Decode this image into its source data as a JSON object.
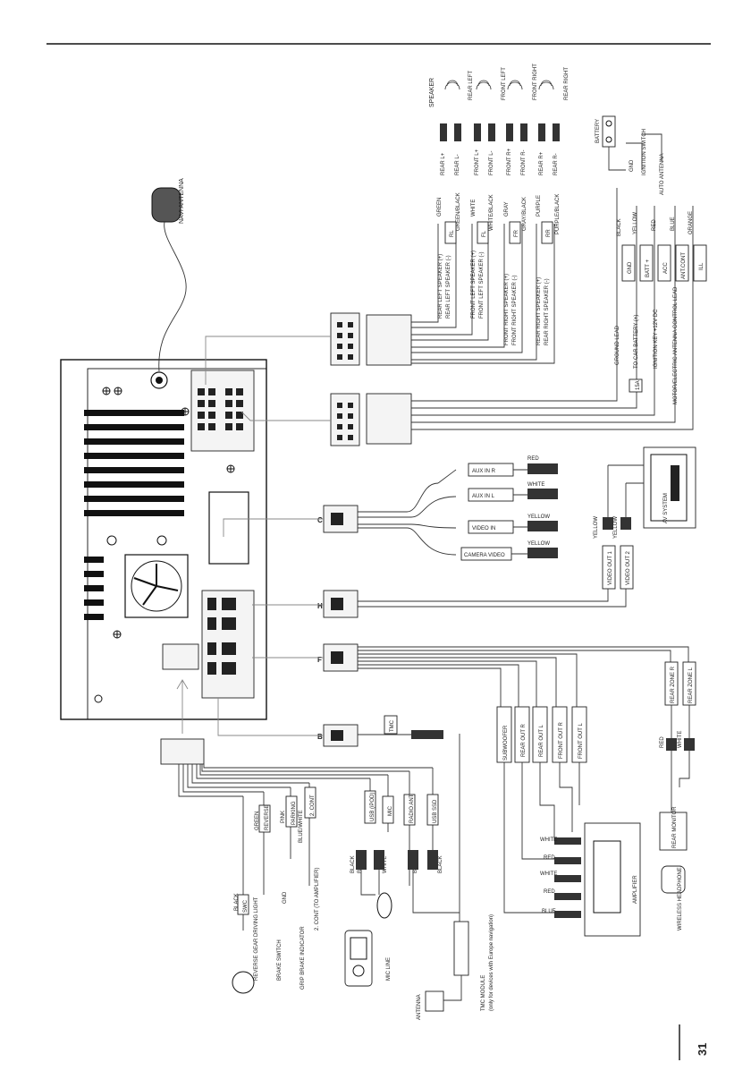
{
  "page_number": "31",
  "labels": {
    "navi_antenna": "NAVI ANTENNA",
    "speaker": "SPEAKER",
    "rear_left": "REAR LEFT",
    "front_left": "FRONT LEFT",
    "front_right": "FRONT RIGHT",
    "rear_right": "REAR RIGHT",
    "rear_l_plus": "REAR L+",
    "rear_l_minus": "REAR L-",
    "front_l_plus": "FRONT L+",
    "front_l_minus": "FRONT L-",
    "front_r_plus": "FRONT R+",
    "front_r_minus": "FRONT R-",
    "rear_r_plus": "REAR R+",
    "rear_r_minus": "REAR R-",
    "green": "GREEN",
    "green_black": "GREEN/BLACK",
    "white": "WHITE",
    "white_black": "WHITE/BLACK",
    "gray": "GRAY",
    "gray_black": "GRAY/BLACK",
    "purple": "PURPLE",
    "purple_black": "PURPLE/BLACK",
    "rl": "RL",
    "fl": "FL",
    "fr": "FR",
    "rr": "RR",
    "rl_plus": "REAR LEFT SPEAKER (+)",
    "rl_minus": "REAR LEFT SPEAKER (-)",
    "fl_plus": "FRONT LEFT SPEAKER (+)",
    "fl_minus": "FRONT LEFT SPEAKER (-)",
    "fr_plus": "FRONT RIGHT SPEAKER (+)",
    "fr_minus": "FRONT RIGHT SPEAKER (-)",
    "rr_plus": "REAR RIGHT SPEAKER (+)",
    "rr_minus": "REAR RIGHT SPEAKER (-)",
    "battery": "BATTERY",
    "gnd": "GND",
    "ignition_switch": "IGNITION SWITCH",
    "auto_antenna": "AUTO ANTENNA",
    "black": "BLACK",
    "yellow": "YELLOW",
    "red": "RED",
    "blue": "BLUE",
    "orange": "ORANGE",
    "batt_plus": "BATT +",
    "acc": "ACC",
    "ant_cont": "ANT.CONT",
    "ill": "ILL",
    "ground_lead": "GROUND LEAD",
    "to_car_battery": "TO CAR BATTERY (+)",
    "ignition_key": "IGNITION KEY +12V DC",
    "motor_antenna": "MOTOR/ELECTRIC ANTENNA CONTROL LEAD",
    "fuse": "15A",
    "aux_in_r": "AUX IN R",
    "aux_in_l": "AUX IN L",
    "video_in": "VIDEO IN",
    "camera_video": "CAMERA VIDEO",
    "av_system": "AV SYSTEM",
    "video_out_1": "VIDEO OUT 1",
    "video_out_2": "VIDEO OUT 2",
    "conn_c": "C",
    "conn_h": "H",
    "conn_f": "F",
    "conn_b": "B",
    "tmc": "TMC",
    "rear_zone_r": "REAR ZONE R",
    "rear_zone_l": "REAR ZONE L",
    "rear_monitor": "REAR MONITOR",
    "wireless_headphone": "WIRELESS HEADPHONE",
    "subwoofer": "SUBWOOFER",
    "rear_out_r": "REAR OUT R",
    "rear_out_l": "REAR OUT L",
    "front_out_r": "FRONT OUT R",
    "front_out_l": "FRONT OUT L",
    "amplifier": "AMPLIFIER",
    "swc": "SWC",
    "reverse": "REVERSE",
    "pink": "PINK",
    "parking": "PARKING",
    "blue_white": "BLUE/WHITE",
    "two_cont": "2. CONT",
    "usb_ipod": "USB (iPOD)",
    "mic": "MIC",
    "radio_ant": "RADIO ANT",
    "usb_ssd": "USB SSD",
    "mic_line": "MIC LINE",
    "reverse_gear_light": "REVERSE GEAR DRIVING LIGHT",
    "brake_switch": "BRAKE SWITCH",
    "grip_brake": "GRIP BRAKE INDICATOR",
    "two_cont_amp": "2. CONT (TO AMPLIFIER)",
    "tmc_module": "TMC MODULE",
    "tmc_note": "(only for devices with Europe navigation)",
    "antenna": "ANTENNA"
  }
}
